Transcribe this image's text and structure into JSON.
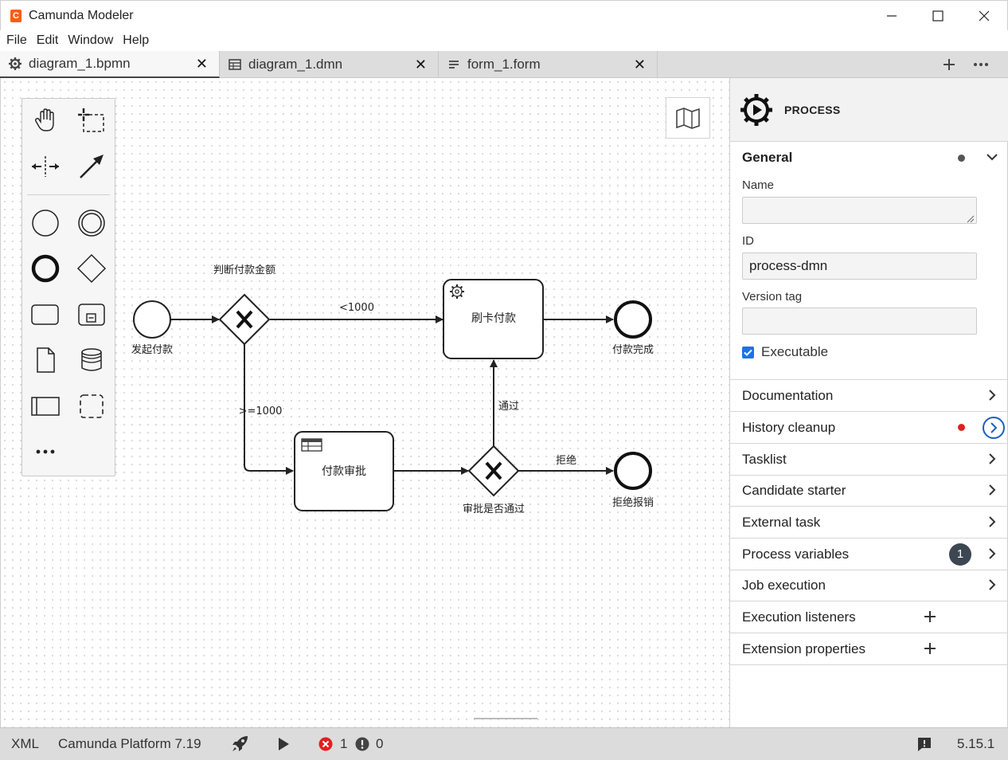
{
  "window": {
    "title": "Camunda Modeler",
    "app_icon_glyph": "C",
    "controls": [
      "minimize-icon",
      "maximize-icon",
      "close-icon"
    ]
  },
  "menu": [
    "File",
    "Edit",
    "Window",
    "Help"
  ],
  "tabs": [
    {
      "label": "diagram_1.bpmn",
      "icon": "gear-icon",
      "active": true
    },
    {
      "label": "diagram_1.dmn",
      "icon": "table-icon",
      "active": false
    },
    {
      "label": "form_1.form",
      "icon": "form-icon",
      "active": false
    }
  ],
  "tab_close": "✕",
  "tab_actions": [
    "plus-icon",
    "more-icon"
  ],
  "palette_tools": [
    "hand-tool-icon",
    "lasso-tool-icon",
    "space-tool-icon",
    "connect-tool-icon",
    "start-event-icon",
    "intermediate-event-icon",
    "end-event-icon",
    "gateway-icon",
    "task-icon",
    "subprocess-icon",
    "data-object-icon",
    "data-store-icon",
    "pool-icon",
    "group-icon",
    "more-tools-icon"
  ],
  "diagram": {
    "start_event": "发起付款",
    "gateway_amount": "判断付款金额",
    "flow_lt": "<1000",
    "flow_ge": ">=1000",
    "task_card": "刷卡付款",
    "end_paid": "付款完成",
    "task_review": "付款审批",
    "gateway_review": "审批是否通过",
    "flow_pass": "通过",
    "flow_reject": "拒绝",
    "end_reject": "拒绝报销"
  },
  "properties": {
    "element_type": "PROCESS",
    "general": {
      "title": "General",
      "name_label": "Name",
      "name_value": "",
      "id_label": "ID",
      "id_value": "process-dmn",
      "version_label": "Version tag",
      "version_value": "",
      "executable_label": "Executable",
      "executable_checked": true
    },
    "groups": [
      {
        "label": "Documentation",
        "indicator": "none"
      },
      {
        "label": "History cleanup",
        "indicator": "error-dot"
      },
      {
        "label": "Tasklist",
        "indicator": "none"
      },
      {
        "label": "Candidate starter",
        "indicator": "none"
      },
      {
        "label": "External task",
        "indicator": "none"
      },
      {
        "label": "Process variables",
        "indicator": "badge",
        "badge": "1"
      },
      {
        "label": "Job execution",
        "indicator": "none"
      },
      {
        "label": "Execution listeners",
        "indicator": "add"
      },
      {
        "label": "Extension properties",
        "indicator": "add"
      }
    ]
  },
  "status_bar": {
    "xml": "XML",
    "platform": "Camunda Platform 7.19",
    "errors": "1",
    "warnings": "0",
    "version": "5.15.1"
  },
  "colors": {
    "error": "#e02020",
    "accent": "#1a73e8",
    "badge": "#3c4752"
  }
}
